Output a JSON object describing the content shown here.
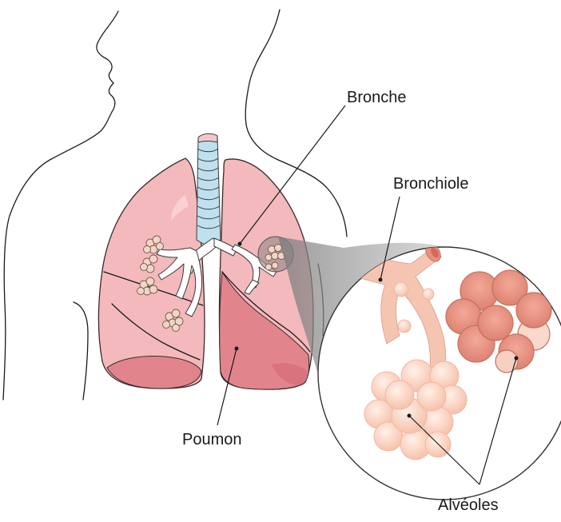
{
  "labels": {
    "bronche": "Bronche",
    "bronchiole": "Bronchiole",
    "poumon": "Poumon",
    "alveoles": "Alvéoles"
  },
  "colors": {
    "lung_fill": "#f3b9bd",
    "lung_dark": "#e2848c",
    "lung_shadow": "#d9737c",
    "trachea": "#bfe0ee",
    "alveoli_light": "#fbd8c6",
    "alveoli_dark": "#ec9c8c",
    "magnifier_bg": "#ffffff",
    "projection": "#9a9a9a"
  }
}
